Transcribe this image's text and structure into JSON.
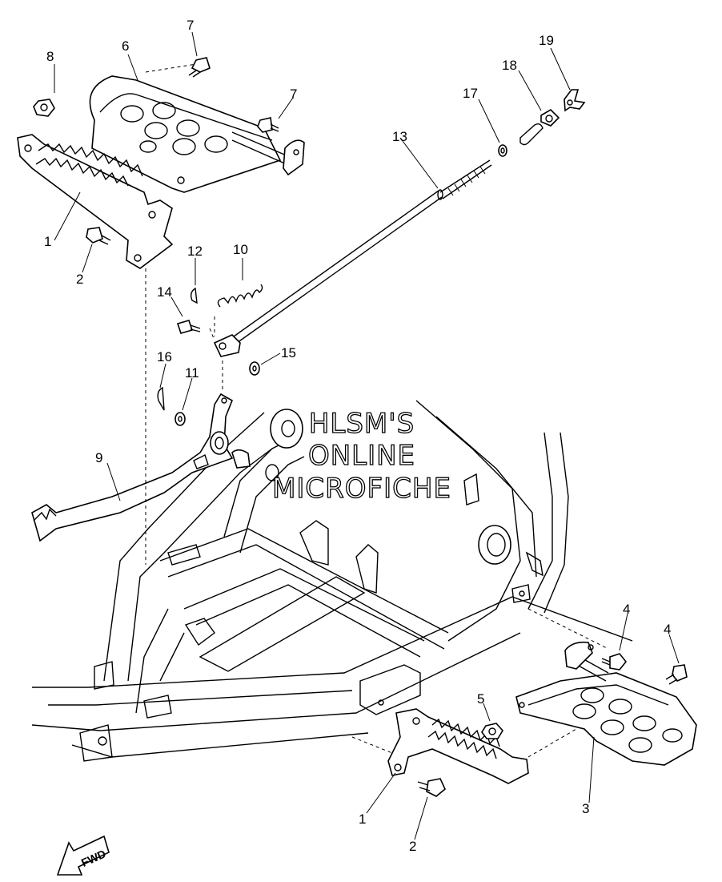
{
  "callouts": {
    "c1a": "1",
    "c1b": "1",
    "c2a": "2",
    "c2b": "2",
    "c3": "3",
    "c4a": "4",
    "c4b": "4",
    "c5": "5",
    "c6": "6",
    "c7a": "7",
    "c7b": "7",
    "c8": "8",
    "c9": "9",
    "c10": "10",
    "c11": "11",
    "c12": "12",
    "c13": "13",
    "c14": "14",
    "c15": "15",
    "c16": "16",
    "c17": "17",
    "c18": "18",
    "c19": "19"
  },
  "watermark": {
    "line1": "HLSM'S",
    "line2": "ONLINE",
    "line3": "MICROFICHE"
  },
  "fwd_label": "FWD"
}
